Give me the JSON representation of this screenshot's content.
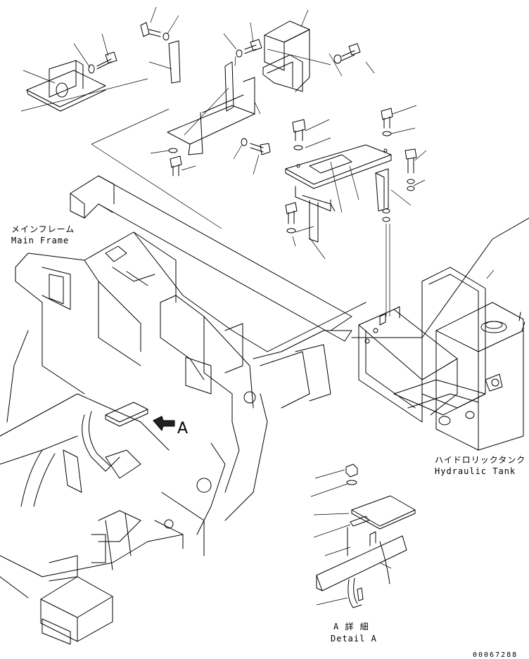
{
  "labels": {
    "main_frame_jp": "メインフレーム",
    "main_frame_en": "Main Frame",
    "hydraulic_tank_jp": "ハイドロリックタンク",
    "hydraulic_tank_en": "Hydraulic Tank",
    "view_arrow_letter": "A",
    "detail_jp": "A 詳 細",
    "detail_en": "Detail A",
    "document_number": "00067288"
  }
}
